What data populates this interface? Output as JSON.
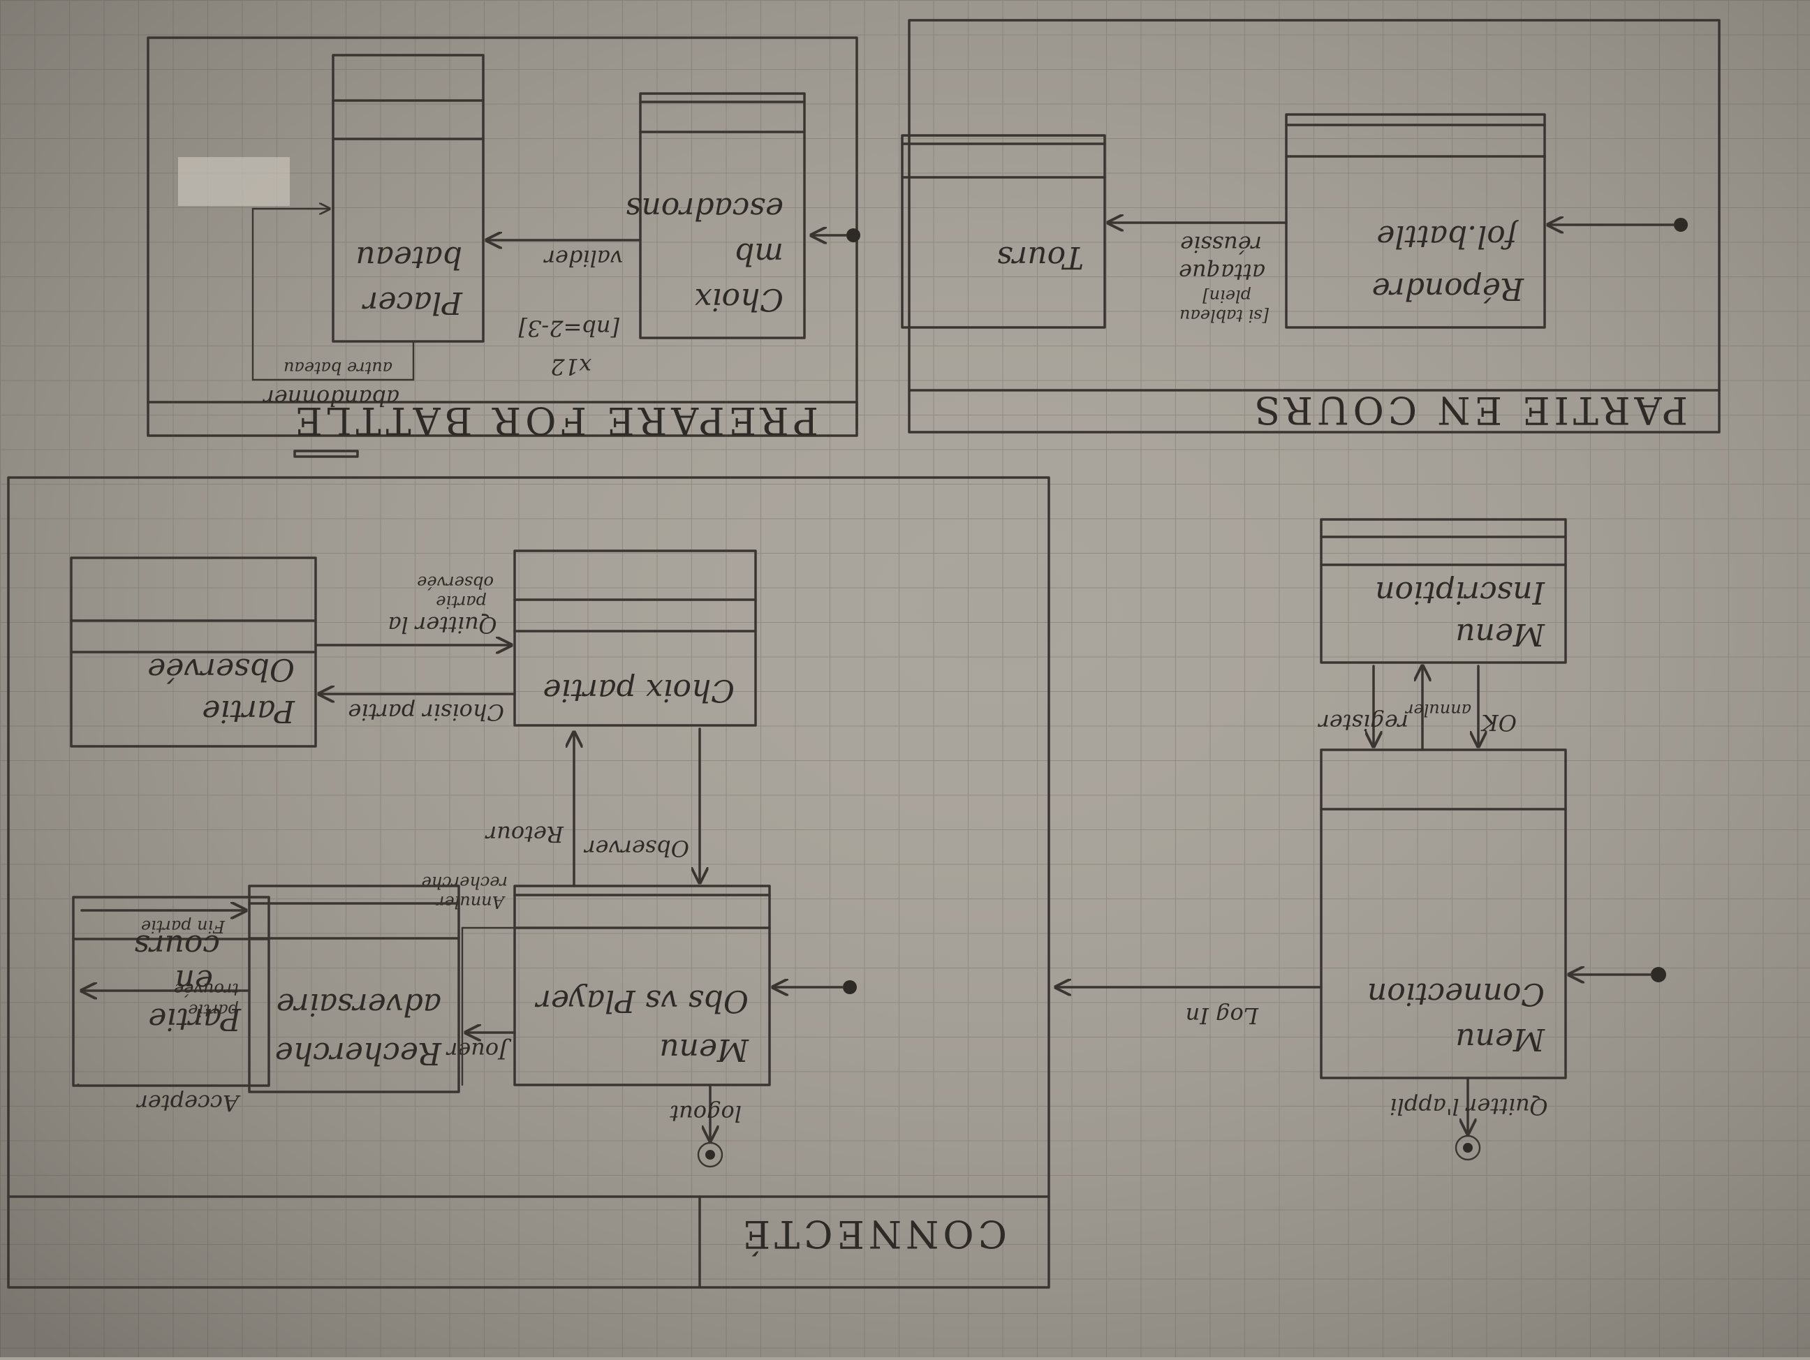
{
  "frames": {
    "prepare": "PREPARE FOR BATTLE",
    "partie": "PARTIE EN COURS",
    "connecte": "CONNECTÉ"
  },
  "states": {
    "choix_escadron": [
      "Choix",
      "mb",
      "escadrons"
    ],
    "placer_bateau": [
      "Placer",
      "bateau"
    ],
    "repondre_attaque": [
      "Répondre",
      "fol.battle"
    ],
    "tour": [
      "Tours"
    ],
    "menu_inscription": [
      "Menu",
      "Inscription"
    ],
    "menu_connection": [
      "Menu",
      "Connection"
    ],
    "menu_obs_vs_player": [
      "Menu",
      "Obs vs Player"
    ],
    "choix_partie": [
      "Choix partie"
    ],
    "partie_observee": [
      "Partie",
      "Observée"
    ],
    "recherche_adversaire": [
      "Recherche",
      "adversaire"
    ],
    "partie_en_cours": [
      "Partie",
      "en",
      "cours"
    ]
  },
  "transitions": {
    "valider": "valider",
    "nb_range": "[nb=2-3]",
    "x12": "x12",
    "abandonner": "abandonner",
    "autre_bateau": "autre bateau",
    "attaque_reussie": [
      "[si tableau",
      "plein]",
      "attaque",
      "réussie"
    ],
    "register": "register",
    "annuler": "annuler",
    "ok": "OK",
    "log_in": "Log In",
    "quitter_appli": "Quitter l'appli",
    "logout": "logout",
    "observer": "Observer",
    "retour": "Retour",
    "choisir_partie": "Choisir partie",
    "quitter_partie": [
      "Quitter la",
      "partie",
      "observée"
    ],
    "jouer": "Jouer",
    "annuler_recherche": [
      "Annuler",
      "recherche"
    ],
    "partie_trouvee": [
      "partie",
      "trouvée"
    ],
    "accepter": "Accepter",
    "fin_partie": "Fin partie"
  }
}
